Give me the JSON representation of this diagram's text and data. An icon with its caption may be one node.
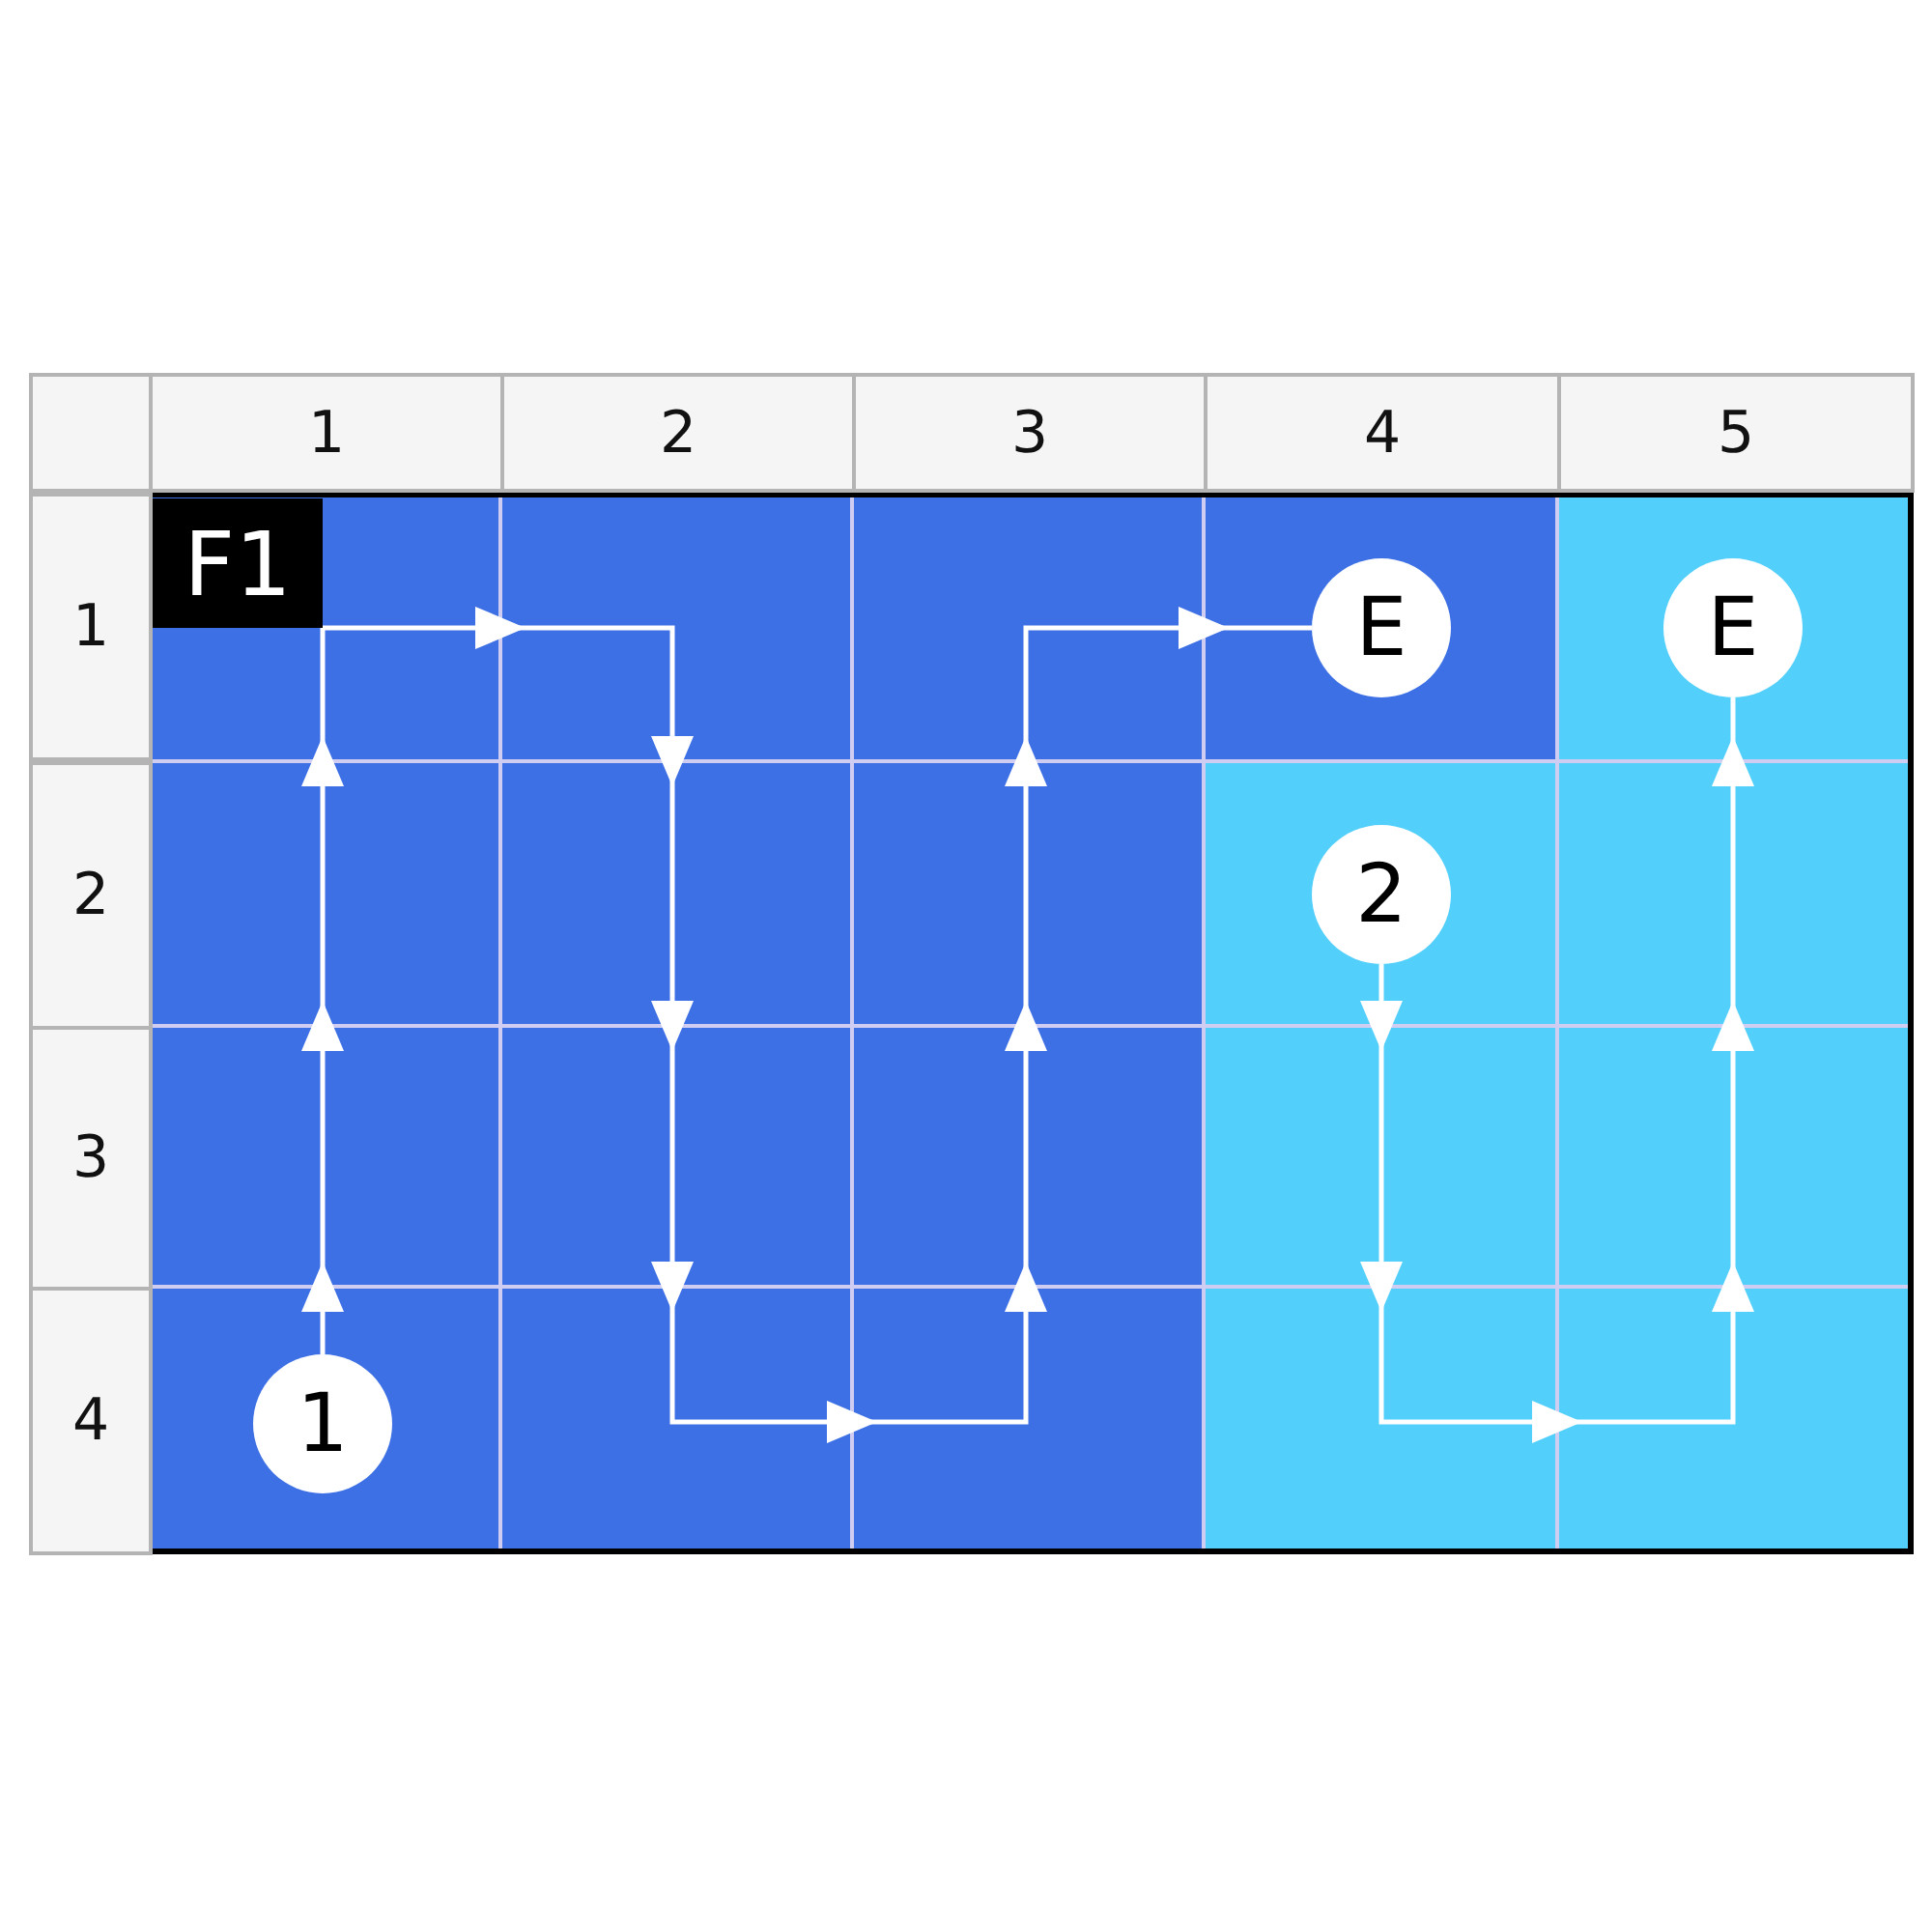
{
  "diagram": {
    "nodes": [
      {
        "text": [
          "1"
        ]
      },
      {
        "text": [
          "E"
        ]
      },
      {
        "text": [
          "2"
        ]
      },
      {
        "text": [
          "E"
        ]
      }
    ],
    "edges": [
      {
        "from": 0,
        "to": 1,
        "arrow": "to"
      },
      {
        "from": 2,
        "to": 3,
        "arrow": "to"
      }
    ],
    "labels": [
      "1",
      "2",
      "3",
      "4",
      "5",
      "1",
      "F1",
      "2",
      "3",
      "4"
    ]
  }
}
